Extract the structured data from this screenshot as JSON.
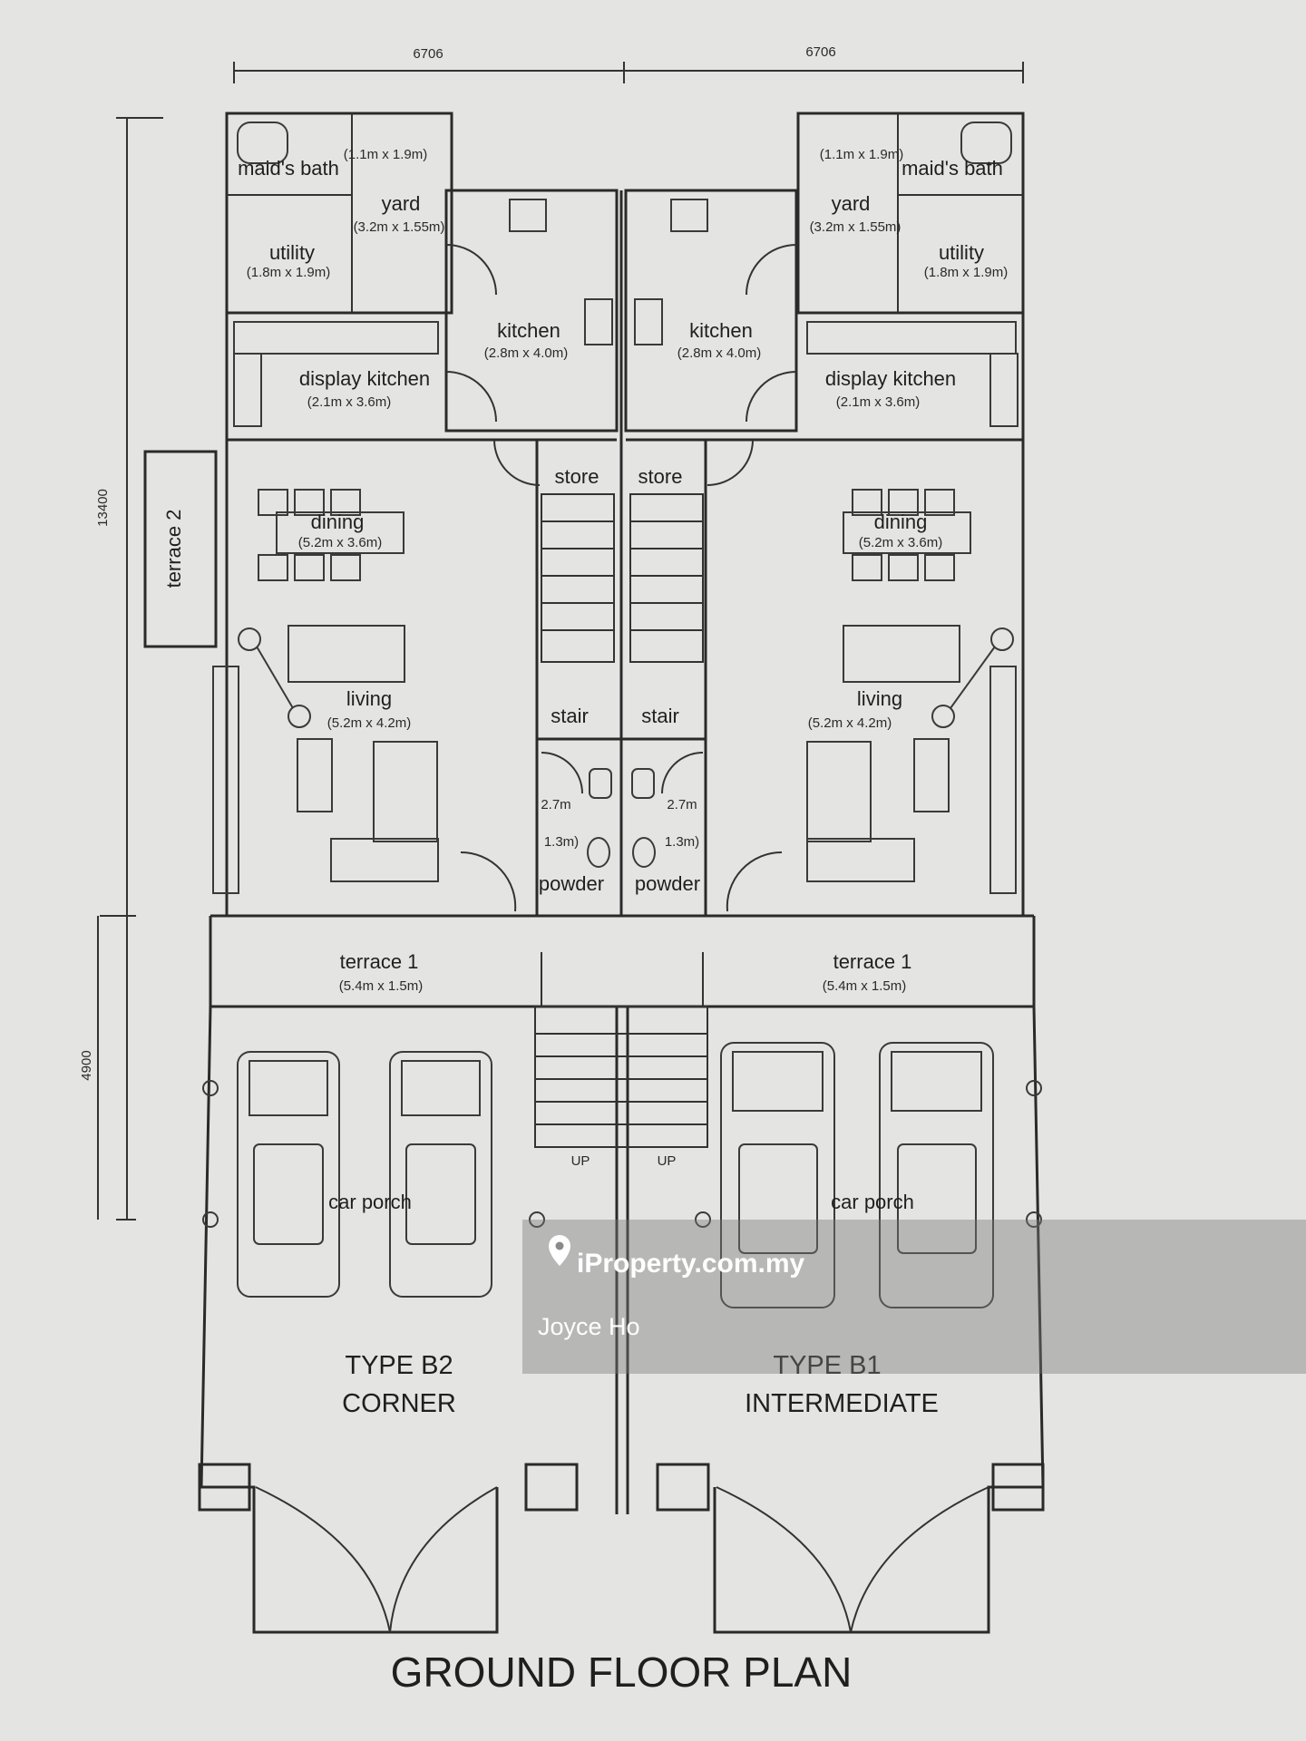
{
  "dimensions": {
    "width_left": "6706",
    "width_right": "6706",
    "depth_main": "13400",
    "depth_porch": "4900"
  },
  "rooms": {
    "maids_bath": "maid's bath",
    "maids_bath_size": "(1.1m x 1.9m)",
    "yard": "yard",
    "yard_size_left": "(3.2m x 1.55m)",
    "yard_size_right": "(3.2m x 1.55m)",
    "utility": "utility",
    "utility_size": "(1.8m x 1.9m)",
    "kitchen": "kitchen",
    "kitchen_size": "(2.8m x 4.0m)",
    "display_kitchen": "display kitchen",
    "display_kitchen_size": "(2.1m x 3.6m)",
    "store": "store",
    "dining": "dining",
    "dining_size": "(5.2m x 3.6m)",
    "living": "living",
    "living_size": "(5.2m x 4.2m)",
    "stair": "stair",
    "powder": "powder",
    "powder_size_a": "2.7m",
    "powder_size_b": "1.3m)",
    "terrace_1": "terrace 1",
    "terrace_1_size": "(5.4m x 1.5m)",
    "terrace_2": "terrace 2",
    "car_porch": "car porch",
    "up": "UP"
  },
  "types": {
    "left_line1": "TYPE B2",
    "left_line2": "CORNER",
    "right_line1": "TYPE B1",
    "right_line2": "INTERMEDIATE"
  },
  "title": "GROUND FLOOR PLAN",
  "watermark": {
    "brand": "iProperty.com.my",
    "agent": "Joyce Ho",
    "icon": "location-pin-icon"
  },
  "colors": {
    "paper": "#e4e4e2",
    "ink": "#2a2a2a",
    "watermark_band": "#7a7a7a"
  }
}
